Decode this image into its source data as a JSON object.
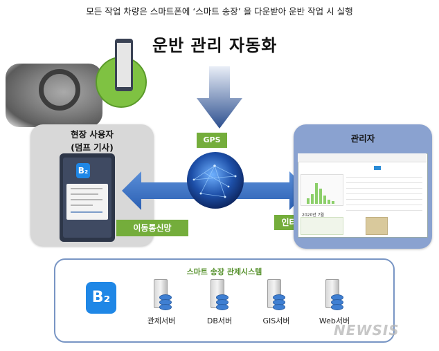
{
  "top_caption": "모든 작업 차량은 스마트폰에 ‘스마트 송장’ 을 다운받아 운반 작업 시 실행",
  "main_title": "운반 관리 자동화",
  "gps_label": "GPS",
  "field_user": {
    "title": "현장 사용자",
    "subtitle": "(덤프 기사)"
  },
  "mobile_network_label": "이동통신망",
  "internet_label": "인터넷",
  "admin": {
    "title": "관리자",
    "screen_date": "2020년 7월"
  },
  "system": {
    "title": "스마트 송장 관제시스템",
    "logo_text": "B₂",
    "servers": [
      {
        "label": "관제서버"
      },
      {
        "label": "DB서버"
      },
      {
        "label": "GIS서버"
      },
      {
        "label": "Web서버"
      }
    ]
  },
  "watermark": "NEWSIS",
  "colors": {
    "green": "#74ad3b",
    "blue_arrow": "#2f6fc4",
    "admin_panel": "#8aa2d0",
    "field_panel": "#d8d8d8",
    "logo_blue": "#1f87e6"
  },
  "icons": [
    "truck-photo",
    "phone-icon",
    "globe-network",
    "server-icon",
    "b2-logo"
  ]
}
